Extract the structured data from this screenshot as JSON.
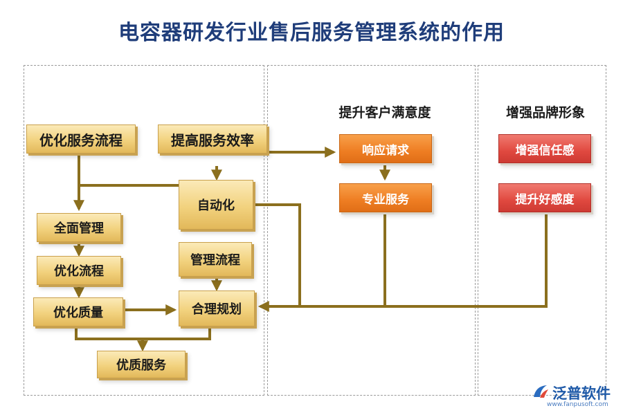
{
  "title": "电容器研发行业售后服务管理系统的作用",
  "columns": {
    "customer_heading": "提升客户满意度",
    "brand_heading": "增强品牌形象"
  },
  "left": {
    "optimize_service_process": "优化服务流程",
    "improve_service_efficiency": "提高服务效率",
    "automation": "自动化",
    "full_management": "全面管理",
    "optimize_process": "优化流程",
    "optimize_quality": "优化质量",
    "management_process": "管理流程",
    "rational_planning": "合理规划",
    "quality_service": "优质服务"
  },
  "middle": {
    "response_request": "响应请求",
    "professional_service": "专业服务"
  },
  "right": {
    "enhance_trust": "增强信任感",
    "improve_goodwill": "提升好感度"
  },
  "logo": {
    "name": "泛普软件",
    "url": "www.fanpusoft.com"
  },
  "colors": {
    "title": "#1f3d7a",
    "gold_box": "#f2d27e",
    "orange_box": "#ee7d22",
    "red_box": "#e0483f",
    "connector": "#8b6f1e"
  }
}
